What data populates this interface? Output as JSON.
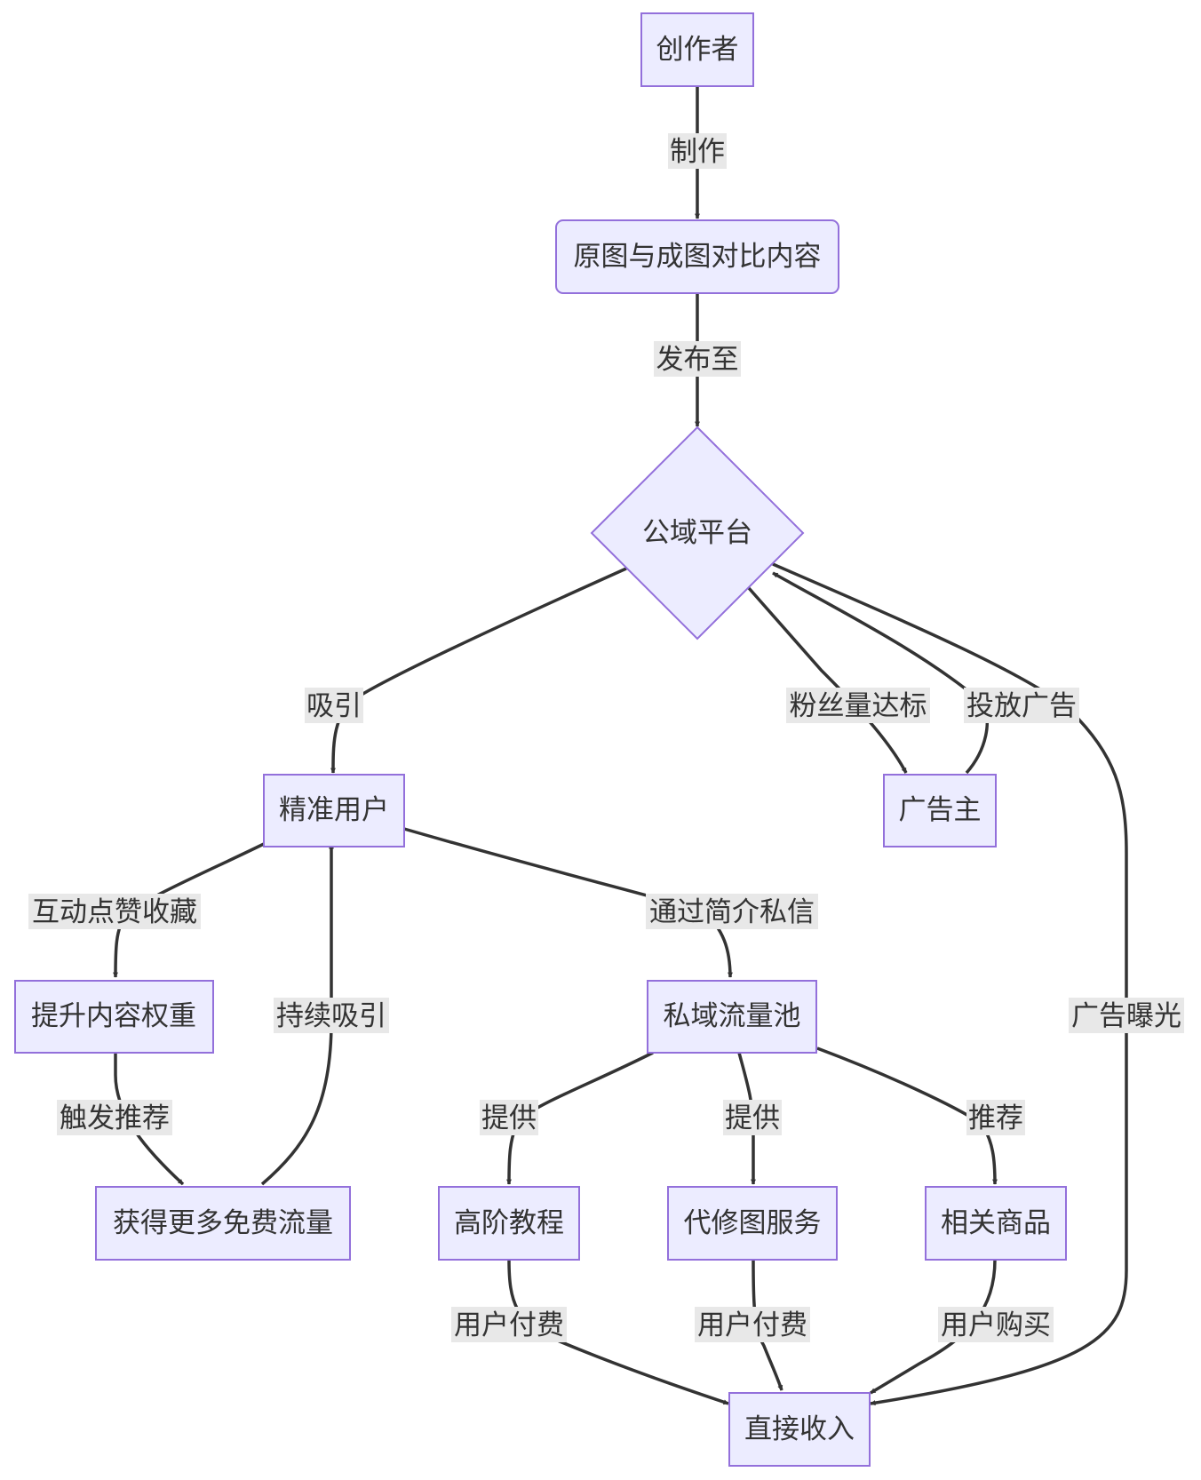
{
  "nodes": {
    "creator": "创作者",
    "content": "原图与成图对比内容",
    "platform": "公域平台",
    "users": "精准用户",
    "advertiser": "广告主",
    "weight": "提升内容权重",
    "free_traffic": "获得更多免费流量",
    "private_pool": "私域流量池",
    "course": "高阶教程",
    "retouch": "代修图服务",
    "goods": "相关商品",
    "income": "直接收入"
  },
  "edges": {
    "make": "制作",
    "publish": "发布至",
    "attract": "吸引",
    "fans_reached": "粉丝量达标",
    "place_ads": "投放广告",
    "interact": "互动点赞收藏",
    "via_bio": "通过简介私信",
    "trigger": "触发推荐",
    "keep_attract": "持续吸引",
    "provide_1": "提供",
    "provide_2": "提供",
    "recommend": "推荐",
    "ad_exposure": "广告曝光",
    "pay_1": "用户付费",
    "pay_2": "用户付费",
    "buy": "用户购买"
  },
  "colors": {
    "node_fill": "#ECECFF",
    "node_stroke": "#9370DB",
    "edge": "#333333",
    "label_bg": "#E8E8E8"
  }
}
